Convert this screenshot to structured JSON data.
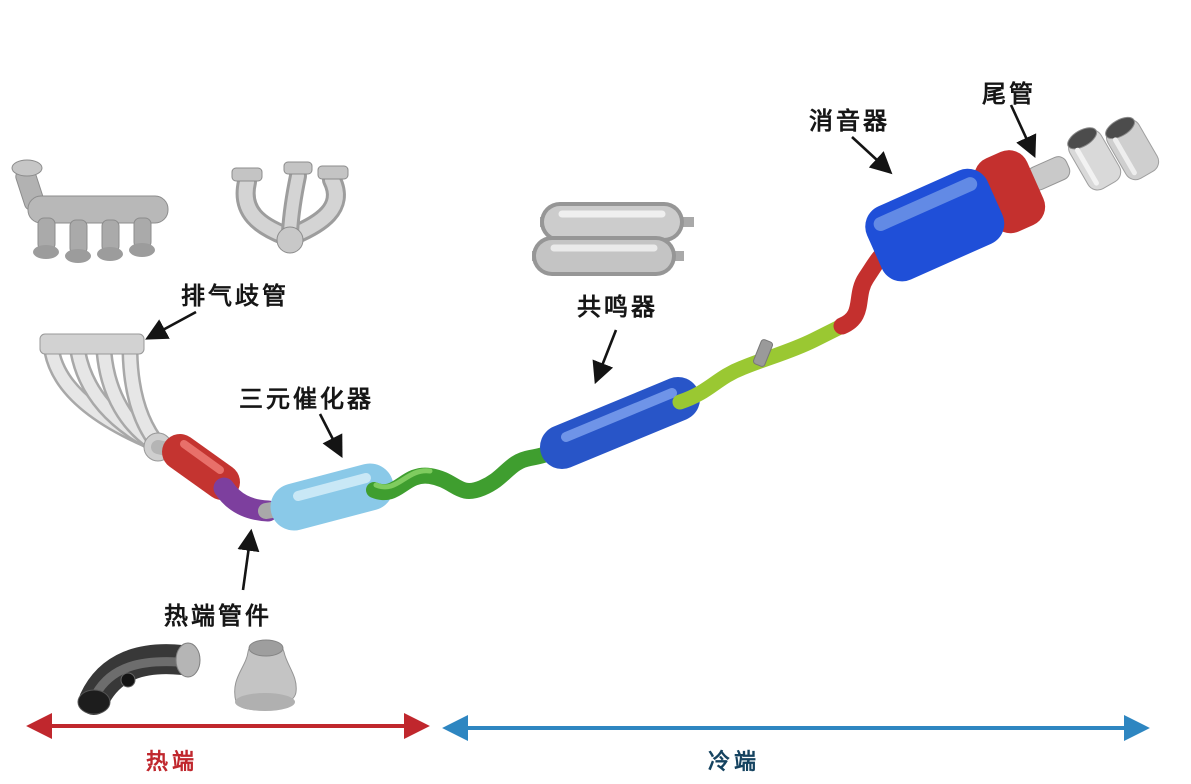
{
  "diagram": {
    "labels": {
      "exhaust_manifold": "排气歧管",
      "three_way_catalyst": "三元催化器",
      "hot_end_pipe": "热端管件",
      "resonator": "共鸣器",
      "muffler": "消音器",
      "tail_pipe": "尾管",
      "hot_end_zone": "热端",
      "cold_end_zone": "冷端"
    },
    "colors": {
      "hot_zone_arrow": "#c0272d",
      "cold_zone_arrow": "#2e86c1",
      "hot_zone_label": "#c0272d",
      "cold_zone_label": "#154360",
      "callout_arrow": "#141414",
      "flex_pipe_red": "#c43430",
      "hot_end_elbow_purple": "#7d3f9e",
      "catalyst_light_blue": "#8ac9e8",
      "front_pipe_green": "#3f9e2f",
      "mid_pipe_lime": "#9ac832",
      "resonator_blue": "#2855c8",
      "tail_pipe_red": "#c4302e",
      "muffler_blue": "#1f4fd8",
      "muffler_end_red": "#c4302e",
      "metal_light": "#d8d8d8",
      "metal_dark": "#8e8e8e"
    }
  }
}
